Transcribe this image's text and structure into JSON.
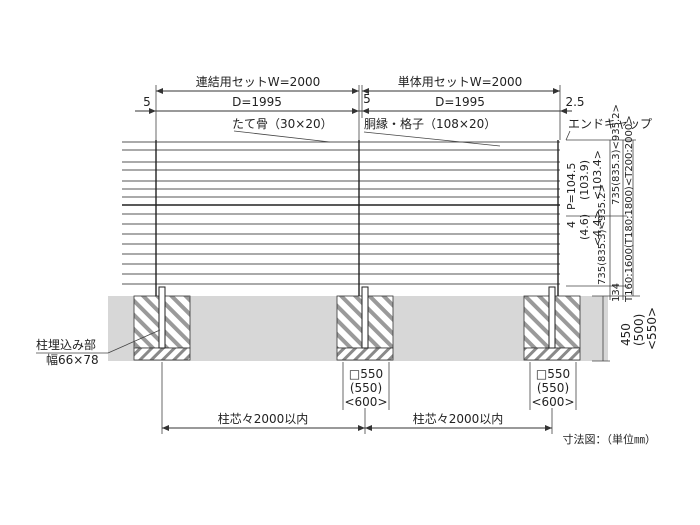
{
  "top_dims": {
    "connect_set": "連結用セットW=2000",
    "single_set": "単体用セットW=2000",
    "gap_left": "5",
    "gap_mid": "5",
    "gap_right": "2.5",
    "d_left": "D=1995",
    "d_right": "D=1995"
  },
  "callouts": {
    "post": "たて骨（30×20）",
    "rail": "胴縁・格子（108×20）",
    "end_cap": "エンドキャップ",
    "embed_title": "柱埋込み部",
    "embed_size": "幅66×78"
  },
  "right_dims": {
    "pitch": "P=104.5",
    "pitch_2": "(103.9)",
    "pitch_3": "<103.4>",
    "gap": "4",
    "gap_2": "(4.6)",
    "gap_3": "<4.4>",
    "upper": "735(835.3)<935.2>",
    "lower": "735(835.3)<935.2>",
    "bottom": "134",
    "total": "T160:1600(T180:1800)<T200:2000>",
    "depth": "450",
    "depth_2": "(500)",
    "depth_3": "<550>"
  },
  "footings": {
    "mid_size": "□550",
    "mid_size_2": "(550)",
    "mid_size_3": "<600>",
    "right_size": "□550",
    "right_size_2": "(550)",
    "right_size_3": "<600>"
  },
  "bottom_dims": {
    "span_left": "柱芯々2000以内",
    "span_right": "柱芯々2000以内"
  },
  "footnote": "寸法図：（単位㎜）"
}
